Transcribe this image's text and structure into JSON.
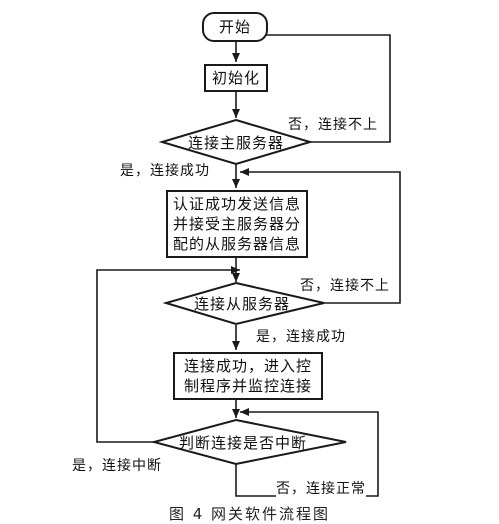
{
  "nodes": {
    "start": "开始",
    "init": "初始化",
    "connect_main": "连接主服务器",
    "auth_lines": [
      "认证成功发送信息",
      "并接受主服务器分",
      "配的从服务器信息"
    ],
    "connect_slave": "连接从服务器",
    "control_lines": [
      "连接成功，进入控",
      "制程序并监控连接"
    ],
    "check_interrupt": "判断连接是否中断"
  },
  "edges": {
    "main_fail": "否，连接不上",
    "main_success": "是，连接成功",
    "slave_fail": "否，连接不上",
    "slave_success": "是，连接成功",
    "interrupted": "是，连接中断",
    "normal": "否，连接正常"
  },
  "caption": "图 4 网关软件流程图",
  "colors": {
    "line": "#1a1a1a",
    "background": "#ffffff"
  }
}
